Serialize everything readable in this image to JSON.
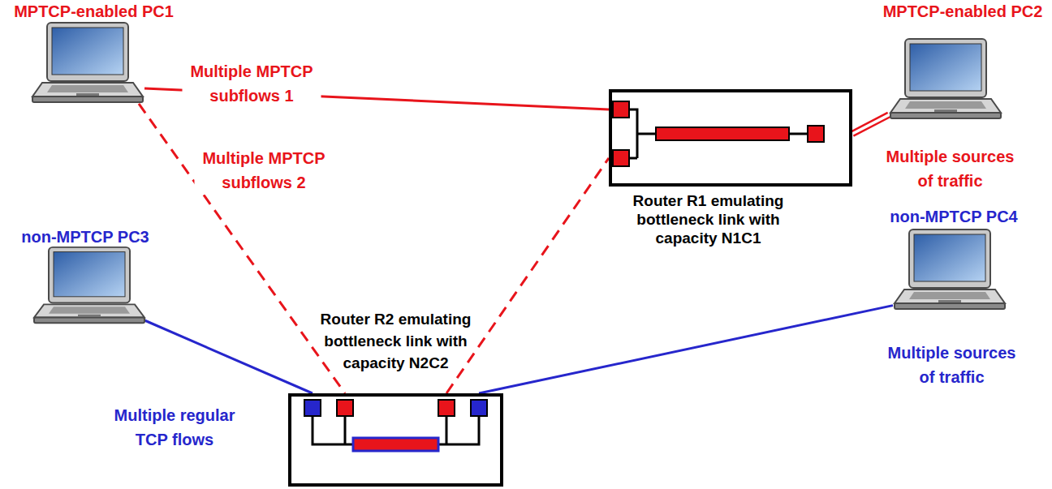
{
  "diagram": {
    "nodes": [
      {
        "text": [
          "MPTCP-enabled PC1"
        ]
      },
      {
        "text": [
          "MPTCP-enabled PC2",
          "Multiple sources of traffic"
        ]
      },
      {
        "text": [
          "Router R1 emulating bottleneck link with capacity N1C1"
        ]
      },
      {
        "text": [
          "non-MPTCP PC3"
        ]
      },
      {
        "text": [
          "non-MPTCP PC4",
          "Multiple sources of traffic"
        ]
      },
      {
        "text": [
          "Router R2 emulating bottleneck link with capacity N2C2"
        ]
      }
    ],
    "edges": [
      {
        "from": 0,
        "to": 2,
        "arrow": "none",
        "label": "Multiple MPTCP subflows 1"
      },
      {
        "from": 0,
        "to": 5,
        "arrow": "none",
        "label": "Multiple MPTCP subflows 2"
      },
      {
        "from": 5,
        "to": 2,
        "arrow": "none"
      },
      {
        "from": 2,
        "to": 1,
        "arrow": "none"
      },
      {
        "from": 3,
        "to": 5,
        "arrow": "none",
        "label": "Multiple regular TCP flows"
      },
      {
        "from": 5,
        "to": 4,
        "arrow": "none"
      }
    ]
  }
}
